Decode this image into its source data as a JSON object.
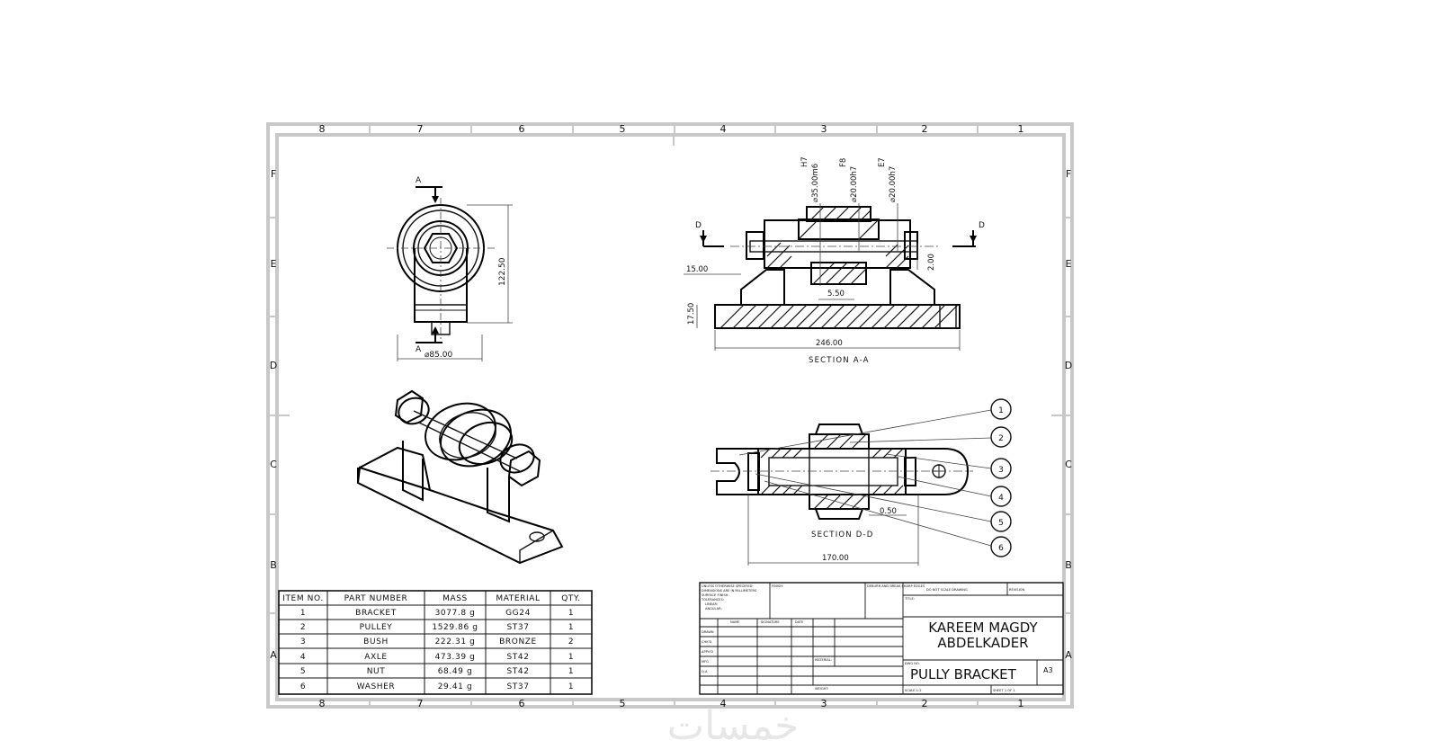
{
  "zone_columns": [
    "8",
    "7",
    "6",
    "5",
    "4",
    "3",
    "2",
    "1"
  ],
  "zone_rows": [
    "F",
    "E",
    "D",
    "C",
    "B",
    "A"
  ],
  "views": {
    "front": {
      "section_arrow_label": "A",
      "height_dim": "122.50",
      "width_dim": "⌀85.00"
    },
    "section_aa": {
      "title": "SECTION A-A",
      "cutting_label": "D",
      "fits": [
        {
          "tol": "H7",
          "dim": "⌀35.00m6"
        },
        {
          "tol": "F8",
          "dim": "⌀20.00h7"
        },
        {
          "tol": "E7",
          "dim": "⌀20.00h7"
        }
      ],
      "dims": {
        "top_left": "15.00",
        "left_vertical": "17.50",
        "center": "5.50",
        "right": "2.00",
        "length": "246.00"
      }
    },
    "section_dd": {
      "title": "SECTION D-D",
      "length": "170.00",
      "clearance": "0.50",
      "balloons": [
        "1",
        "2",
        "3",
        "4",
        "5",
        "6"
      ]
    }
  },
  "bom": {
    "headers": [
      "ITEM NO.",
      "PART NUMBER",
      "MASS",
      "MATERIAL",
      "QTY."
    ],
    "rows": [
      [
        "1",
        "BRACKET",
        "3077.8 g",
        "GG24",
        "1"
      ],
      [
        "2",
        "PULLEY",
        "1529.86 g",
        "ST37",
        "1"
      ],
      [
        "3",
        "BUSH",
        "222.31 g",
        "BRONZE",
        "2"
      ],
      [
        "4",
        "AXLE",
        "473.39 g",
        "ST42",
        "1"
      ],
      [
        "5",
        "NUT",
        "68.49 g",
        "ST42",
        "1"
      ],
      [
        "6",
        "WASHER",
        "29.41 g",
        "ST37",
        "1"
      ]
    ]
  },
  "title_block": {
    "notes": [
      "UNLESS OTHERWISE SPECIFIED:",
      "DIMENSIONS ARE IN MILLIMETERS",
      "SURFACE FINISH:",
      "TOLERANCES:",
      "LINEAR:",
      "ANGULAR:"
    ],
    "finish_label": "FINISH:",
    "deburr_label": "DEBURR AND BREAK SHARP EDGES",
    "do_not_scale": "DO NOT SCALE DRAWING",
    "revision_label": "REVISION",
    "col_headers": [
      "NAME",
      "SIGNATURE",
      "DATE"
    ],
    "row_labels": [
      "DRAWN",
      "CHK'D",
      "APPV'D",
      "MFG",
      "Q.A"
    ],
    "material_label": "MATERIAL:",
    "weight_label": "WEIGHT:",
    "title_label": "TITLE:",
    "author_line1": "KAREEM MAGDY",
    "author_line2": "ABDELKADER",
    "dwg_no_label": "DWG NO.",
    "drawing_title": "PULLY BRACKET",
    "sheet_size": "A3",
    "scale_label": "SCALE:1:2",
    "sheet_label": "SHEET 1 OF 1"
  },
  "watermark": "خمسات"
}
